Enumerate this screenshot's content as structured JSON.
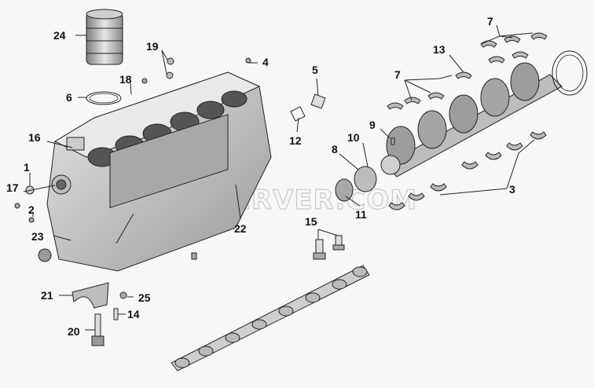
{
  "watermark": "SPECSERVER.COM",
  "callouts": {
    "c1": "1",
    "c2": "2",
    "c3": "3",
    "c4": "4",
    "c5": "5",
    "c6": "6",
    "c7a": "7",
    "c7b": "7",
    "c8": "8",
    "c9": "9",
    "c10": "10",
    "c11": "11",
    "c12": "12",
    "c13": "13",
    "c14": "14",
    "c15": "15",
    "c16": "16",
    "c17": "17",
    "c18": "18",
    "c19": "19",
    "c20": "20",
    "c21": "21",
    "c22": "22",
    "c23": "23",
    "c24": "24",
    "c25": "25"
  },
  "colors": {
    "background": "#f7f7f7",
    "part_light": "#d8d8d8",
    "part_mid": "#b5b5b5",
    "part_dark": "#8a8a8a",
    "line": "#222222"
  }
}
